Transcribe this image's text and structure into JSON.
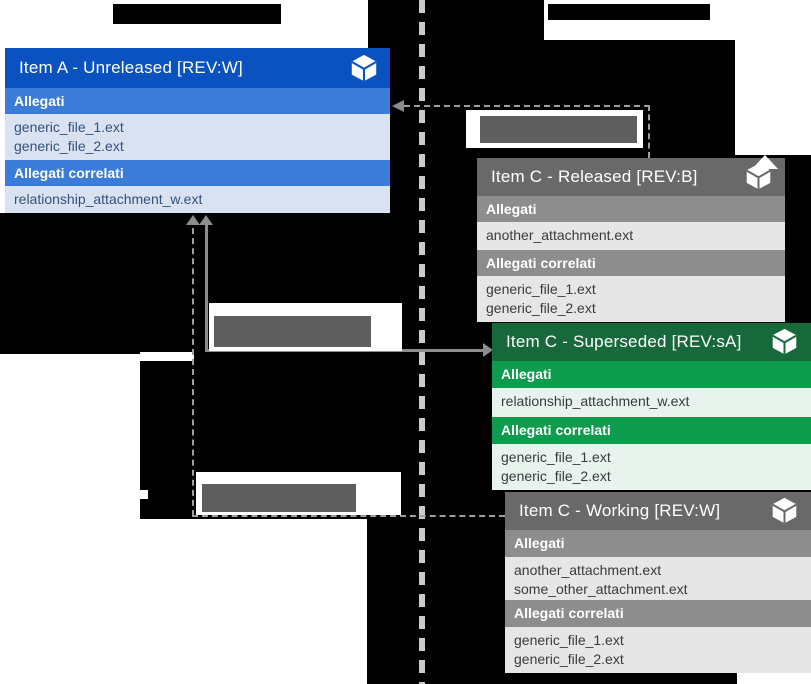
{
  "diagram_title": "",
  "cards": [
    {
      "id": "item-a-unreleased",
      "title": "Item A - Unreleased [REV:W]",
      "state_color": "#0A52BF",
      "sections": [
        {
          "label": "Allegati",
          "files": [
            "generic_file_1.ext",
            "generic_file_2.ext"
          ]
        },
        {
          "label": "Allegati correlati",
          "files": [
            "relationship_attachment_w.ext"
          ]
        }
      ]
    },
    {
      "id": "item-c-released",
      "title": "Item C - Released [REV:B]",
      "state_color": "#696969",
      "sections": [
        {
          "label": "Allegati",
          "files": [
            "another_attachment.ext"
          ]
        },
        {
          "label": "Allegati correlati",
          "files": [
            "generic_file_1.ext",
            "generic_file_2.ext"
          ]
        }
      ]
    },
    {
      "id": "item-c-superseded",
      "title": "Item C - Superseded [REV:sA]",
      "state_color": "#17693C",
      "sections": [
        {
          "label": "Allegati",
          "files": [
            "relationship_attachment_w.ext"
          ]
        },
        {
          "label": "Allegati correlati",
          "files": [
            "generic_file_1.ext",
            "generic_file_2.ext"
          ]
        }
      ]
    },
    {
      "id": "item-c-working",
      "title": "Item C - Working [REV:W]",
      "state_color": "#696969",
      "sections": [
        {
          "label": "Allegati",
          "files": [
            "another_attachment.ext",
            "some_other_attachment.ext"
          ]
        },
        {
          "label": "Allegati correlati",
          "files": [
            "generic_file_1.ext",
            "generic_file_2.ext"
          ]
        }
      ]
    }
  ],
  "connector_labels": [
    {
      "id": "label-top",
      "text": ""
    },
    {
      "id": "label-middle",
      "text": ""
    },
    {
      "id": "label-bottom",
      "text": ""
    }
  ],
  "redacted_bars": [
    {
      "id": "top-left-bar",
      "text": ""
    },
    {
      "id": "top-right-bar",
      "text": ""
    }
  ],
  "colors": {
    "background": "#000000",
    "blue_header": "#0A52BF",
    "blue_section": "#3C7CD9",
    "blue_rows": "#DAE2F1",
    "gray_header": "#696969",
    "gray_section": "#8D8D8D",
    "gray_rows": "#E6E6E6",
    "green_header": "#17693C",
    "green_section": "#0D9B4D",
    "green_rows": "#E9F3EE",
    "dashed_thick": "#CBCBCB",
    "dashed_thin": "#9E9E9E",
    "arrow": "#8C8C8C",
    "label_redact": "#5E5E5E"
  }
}
